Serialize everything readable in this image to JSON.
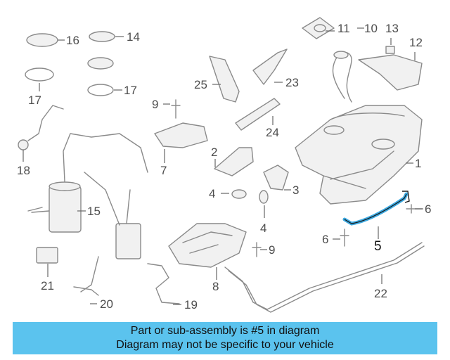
{
  "callouts": [
    "1",
    "2",
    "3",
    "4",
    "4",
    "5",
    "6",
    "6",
    "7",
    "8",
    "9",
    "9",
    "10",
    "11",
    "12",
    "13",
    "14",
    "15",
    "16",
    "17",
    "17",
    "18",
    "19",
    "20",
    "21",
    "22",
    "23",
    "24",
    "25"
  ],
  "highlight_part": "5",
  "colors": {
    "highlight": "#3ba8e0",
    "banner": "#5bc3ee"
  },
  "banner": {
    "line1": "Part or sub-assembly is #5 in diagram",
    "line2": "Diagram may not be specific to your vehicle"
  }
}
